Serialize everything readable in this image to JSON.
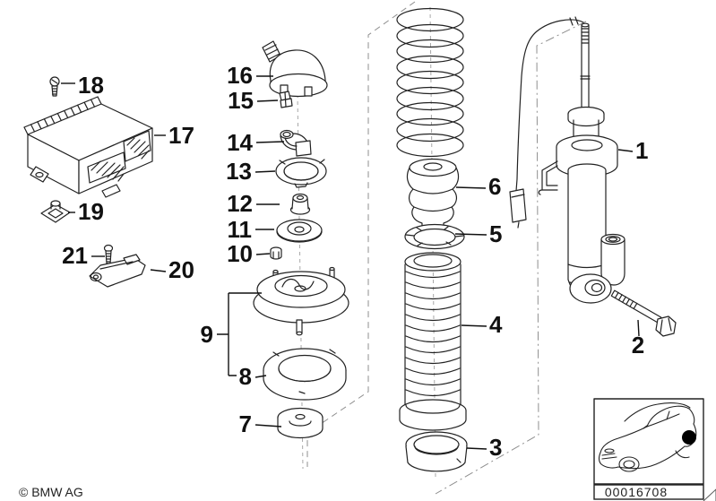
{
  "diagram": {
    "description_labels": "BMW rear spring strut exploded parts diagram callout numbers",
    "labels": [
      "1",
      "2",
      "3",
      "4",
      "5",
      "6",
      "7",
      "8",
      "9",
      "10",
      "11",
      "12",
      "13",
      "14",
      "15",
      "16",
      "17",
      "18",
      "19",
      "20",
      "21"
    ]
  },
  "thumbnail": {
    "part_number": "00016708"
  },
  "footer": {
    "copyright": "© BMW AG"
  },
  "colors": {
    "ink": "#222222",
    "background": "#ffffff",
    "locator_dot": "#000000"
  }
}
